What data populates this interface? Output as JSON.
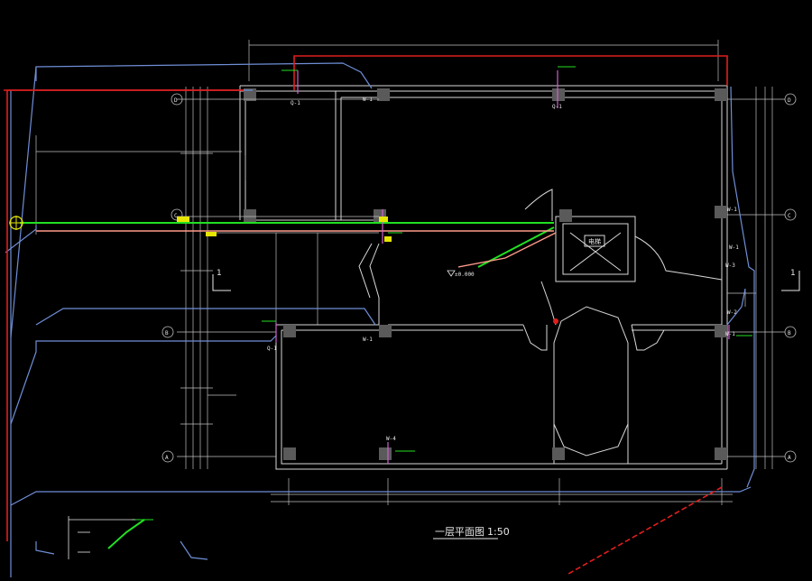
{
  "colors": {
    "background": "#000000",
    "wall": "#d8d8d8",
    "grid": "#bfbfbf",
    "blue_pipe": "#6f8ed6",
    "red_pipe": "#e01e1e",
    "green_pipe": "#22e022",
    "salmon_pipe": "#ff9a8a",
    "magenta_mark": "#d060d0",
    "yellow_mark": "#e6e600",
    "column": "#5a5a5a"
  },
  "drawing": {
    "title": "一层平面图",
    "scale": "1:50"
  },
  "labels": {
    "column_labels": [
      "Q-1",
      "W-1",
      "Q-1",
      "W-1",
      "W-1",
      "W-2",
      "W-3",
      "Q-1",
      "W-1",
      "W-4",
      "W-1"
    ],
    "level_mark": "±0.000",
    "room_label": "电梯",
    "section_mark": "1"
  },
  "grid_axes": {
    "right": [
      "D",
      "C",
      "B",
      "A"
    ],
    "left": [
      "D",
      "C",
      "B",
      "A"
    ]
  },
  "icons": {
    "grid_bubble": "circle-axis-icon",
    "section": "section-mark-icon",
    "level": "elevation-triangle-icon",
    "source": "pipe-source-icon"
  }
}
